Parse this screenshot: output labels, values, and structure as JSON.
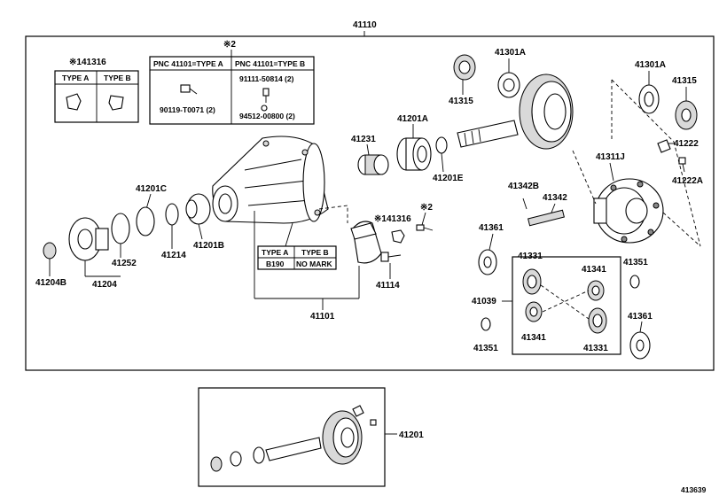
{
  "labels": {
    "l41110": "41110",
    "l41316a": "※141316",
    "typeA": "TYPE A",
    "typeB": "TYPE B",
    "star2a": "※2",
    "pncA": "PNC 41101=TYPE A",
    "pncB": "PNC 41101=TYPE B",
    "p90119": "90119-T0071 (2)",
    "p91111": "91111-50814 (2)",
    "p94512": "94512-00800 (2)",
    "l41315a": "41315",
    "l41301a": "41301A",
    "l41301b": "41301A",
    "l41315b": "41315",
    "l41231": "41231",
    "l41201a": "41201A",
    "l41201e": "41201E",
    "l41222": "41222",
    "l41222a": "41222A",
    "l41311j": "41311J",
    "l41201c": "41201C",
    "l41342b": "41342B",
    "l41342": "41342",
    "l41316b": "※141316",
    "star2b": "※2",
    "l41361a": "41361",
    "l41204b": "41204B",
    "l41214": "41214",
    "l41201b": "41201B",
    "l41252": "41252",
    "l41204": "41204",
    "tblTypeA": "TYPE A",
    "tblTypeB": "TYPE B",
    "tblB190": "B190",
    "tblNoMark": "NO MARK",
    "l41114": "41114",
    "l41101": "41101",
    "l41331a": "41331",
    "l41341a": "41341",
    "l41351a": "41351",
    "l41039": "41039",
    "l41341b": "41341",
    "l41331b": "41331",
    "l41351b": "41351",
    "l41361b": "41361",
    "l41201": "41201",
    "diagramId": "413639"
  }
}
